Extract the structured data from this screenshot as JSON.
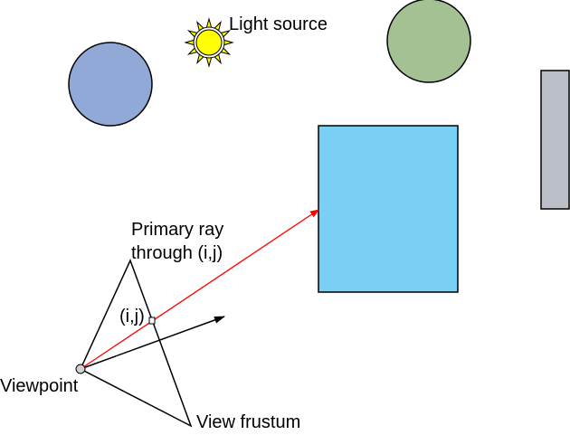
{
  "labels": {
    "light_source": "Light source",
    "primary_ray_line1": "Primary ray",
    "primary_ray_line2": "through (i,j)",
    "pixel": "(i,j)",
    "viewpoint": "Viewpoint",
    "view_frustum": "View frustum"
  },
  "colors": {
    "sphere_blue": "#90a9d7",
    "sphere_green": "#a3c193",
    "box_blue": "#7ad0f4",
    "box_gray": "#babfc8",
    "sun": "#ffff00",
    "primary_ray": "#ff0000"
  },
  "icons": {
    "sun": "sun-icon"
  }
}
